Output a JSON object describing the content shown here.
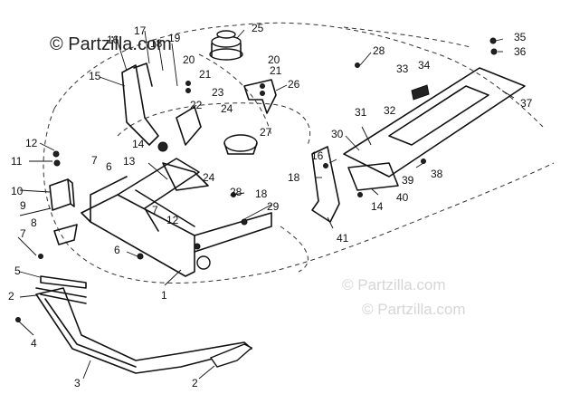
{
  "watermarks": {
    "top": "© Partzilla.com",
    "mid_right": "© Partzilla.com",
    "bottom_right": "© Partzilla.com"
  },
  "labels": [
    "1",
    "2",
    "2",
    "3",
    "4",
    "5",
    "6",
    "6",
    "7",
    "7",
    "7",
    "8",
    "9",
    "10",
    "11",
    "12",
    "12",
    "13",
    "14",
    "14",
    "15",
    "16",
    "16",
    "17",
    "18",
    "18",
    "18",
    "19",
    "20",
    "20",
    "21",
    "21",
    "22",
    "23",
    "24",
    "24",
    "25",
    "26",
    "27",
    "28",
    "28",
    "29",
    "30",
    "31",
    "32",
    "33",
    "34",
    "35",
    "36",
    "37",
    "38",
    "39",
    "40",
    "41"
  ]
}
